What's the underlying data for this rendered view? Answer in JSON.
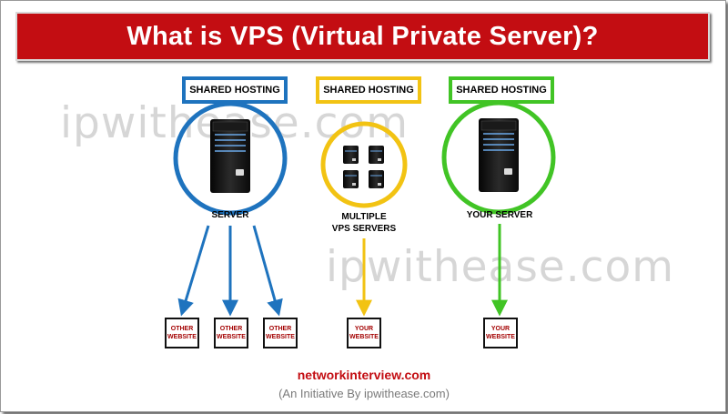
{
  "title": "What is VPS (Virtual Private Server)?",
  "watermark": "ipwithease.com",
  "columns": [
    {
      "label": "SHARED HOSTING",
      "caption": "SERVER",
      "color": "#1e73be"
    },
    {
      "label": "SHARED HOSTING",
      "caption_line1": "MULTIPLE",
      "caption_line2": "VPS SERVERS",
      "color": "#f2c313"
    },
    {
      "label": "SHARED HOSTING",
      "caption": "YOUR SERVER",
      "color": "#41c425"
    }
  ],
  "websites": [
    {
      "line1": "OTHER",
      "line2": "WEBSITE"
    },
    {
      "line1": "OTHER",
      "line2": "WEBSITE"
    },
    {
      "line1": "OTHER",
      "line2": "WEBSITE"
    },
    {
      "line1": "YOUR",
      "line2": "WEBSITE"
    },
    {
      "line1": "YOUR",
      "line2": "WEBSITE"
    }
  ],
  "footer": {
    "site": "networkinterview.com",
    "tagline": "(An Initiative By ipwithease.com)"
  }
}
